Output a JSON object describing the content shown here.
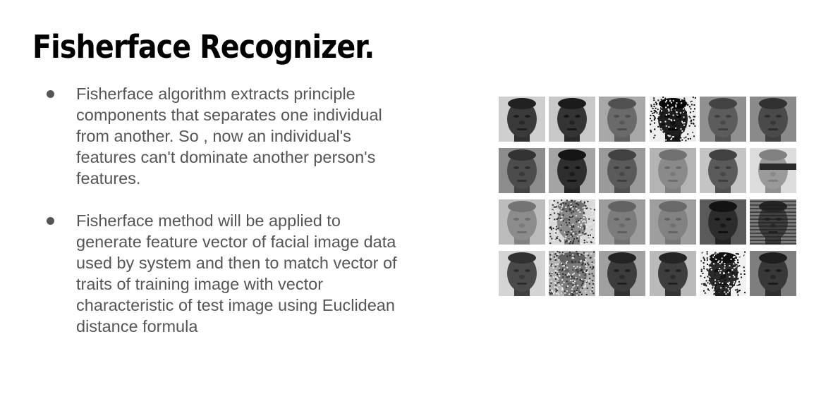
{
  "slide": {
    "title": "Fisherface Recognizer.",
    "bullets": [
      {
        "lines": [
          "Fisherface algorithm extracts principle",
          "components that separates one individual",
          "from another. So , now an individual's",
          "features can't dominate another person's",
          "features."
        ]
      },
      {
        "lines": [
          "Fisherface method will be applied to",
          "generate feature vector of facial image data",
          "used by system and then to match vector of",
          "traits of training image with vector",
          "characteristic of test image using Euclidean",
          "distance formula"
        ]
      }
    ]
  },
  "face_grid": {
    "rows": 4,
    "columns": 6,
    "faces": [
      {
        "bg": "#cfcfcf",
        "skin": "#3a3a3a",
        "style": "plain"
      },
      {
        "bg": "#c8c8c8",
        "skin": "#343434",
        "style": "plain"
      },
      {
        "bg": "#a8a8a8",
        "skin": "#6a6a6a",
        "style": "plain"
      },
      {
        "bg": "#eeeeee",
        "skin": "#1e1e1e",
        "style": "noise-dark"
      },
      {
        "bg": "#909090",
        "skin": "#5c5c5c",
        "style": "plain"
      },
      {
        "bg": "#8a8a8a",
        "skin": "#4a4a4a",
        "style": "plain"
      },
      {
        "bg": "#8c8c8c",
        "skin": "#4c4c4c",
        "style": "plain"
      },
      {
        "bg": "#a4a4a4",
        "skin": "#2e2e2e",
        "style": "plain"
      },
      {
        "bg": "#9a9a9a",
        "skin": "#5a5a5a",
        "style": "plain"
      },
      {
        "bg": "#b4b4b4",
        "skin": "#8a8a8a",
        "style": "plain"
      },
      {
        "bg": "#c4c4c4",
        "skin": "#5a5a5a",
        "style": "plain"
      },
      {
        "bg": "#dddddd",
        "skin": "#9a9a9a",
        "style": "eye-bar"
      },
      {
        "bg": "#bcbcbc",
        "skin": "#8c8c8c",
        "style": "plain"
      },
      {
        "bg": "#d8d8d8",
        "skin": "#8a8a8a",
        "style": "noise-light"
      },
      {
        "bg": "#9c9c9c",
        "skin": "#7c7c7c",
        "style": "plain"
      },
      {
        "bg": "#9e9e9e",
        "skin": "#828282",
        "style": "plain"
      },
      {
        "bg": "#5a5a5a",
        "skin": "#2c2c2c",
        "style": "plain"
      },
      {
        "bg": "#7a7a7a",
        "skin": "#3e3e3e",
        "style": "stripes"
      },
      {
        "bg": "#d4d4d4",
        "skin": "#4a4a4a",
        "style": "plain"
      },
      {
        "bg": "#b0b0b0",
        "skin": "#7a7a7a",
        "style": "noise-mid"
      },
      {
        "bg": "#a0a0a0",
        "skin": "#3c3c3c",
        "style": "plain"
      },
      {
        "bg": "#bababa",
        "skin": "#3e3e3e",
        "style": "plain"
      },
      {
        "bg": "#f0f0f0",
        "skin": "#2a2a2a",
        "style": "noise-dark"
      },
      {
        "bg": "#7e7e7e",
        "skin": "#383838",
        "style": "plain"
      }
    ]
  }
}
